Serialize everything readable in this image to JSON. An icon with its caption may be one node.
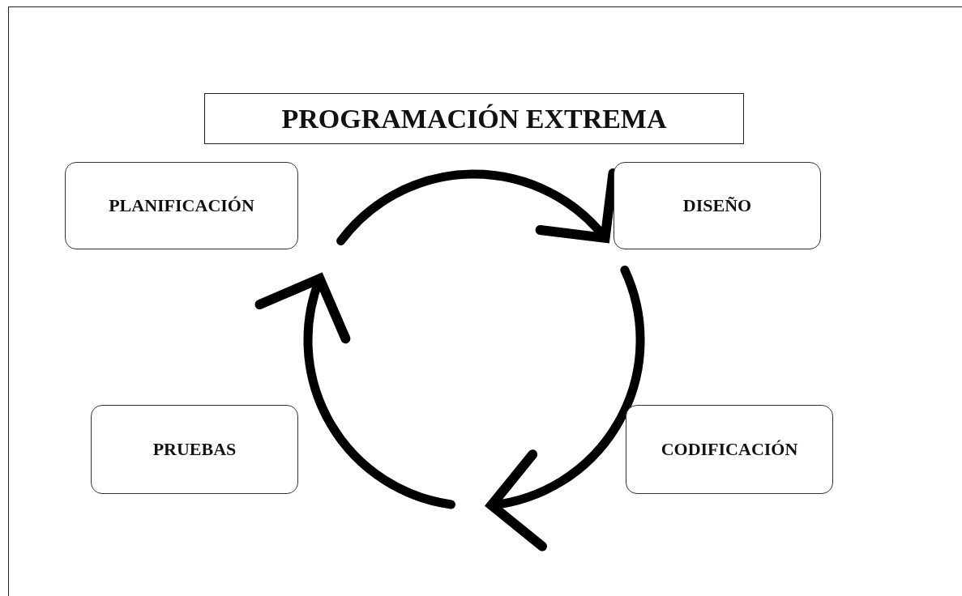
{
  "diagram": {
    "title": "PROGRAMACIÓN EXTREMA",
    "nodes": [
      {
        "text": [
          "PLANIFICACIÓN"
        ]
      },
      {
        "text": [
          "DISEÑO"
        ]
      },
      {
        "text": [
          "CODIFICACIÓN"
        ]
      },
      {
        "text": [
          "PRUEBAS"
        ]
      }
    ],
    "edges": [
      {
        "from": 0,
        "to": 1,
        "arrow": "to"
      },
      {
        "from": 1,
        "to": null,
        "arrow": "to"
      },
      {
        "from": null,
        "to": 0,
        "arrow": "to"
      }
    ]
  }
}
